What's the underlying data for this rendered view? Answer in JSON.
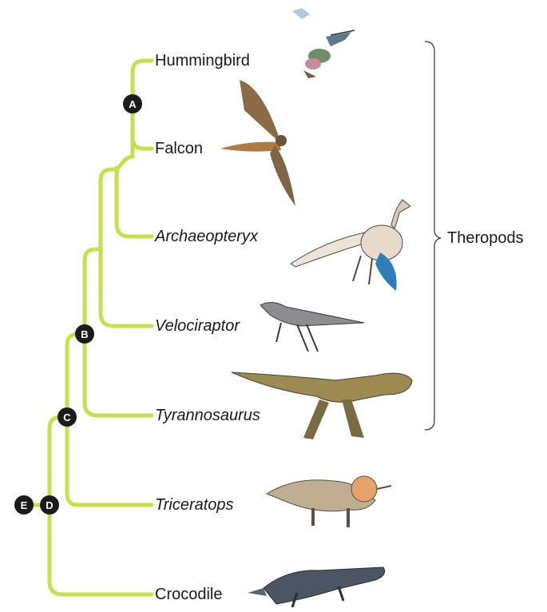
{
  "taxa": [
    {
      "name": "Hummingbird",
      "italic": false,
      "animal": "hummingbird-icon"
    },
    {
      "name": "Falcon",
      "italic": false,
      "animal": "falcon-icon"
    },
    {
      "name": "Archaeopteryx",
      "italic": true,
      "animal": "archaeopteryx-icon"
    },
    {
      "name": "Velociraptor",
      "italic": true,
      "animal": "velociraptor-icon"
    },
    {
      "name": "Tyrannosaurus",
      "italic": true,
      "animal": "tyrannosaurus-icon"
    },
    {
      "name": "Triceratops",
      "italic": true,
      "animal": "triceratops-icon"
    },
    {
      "name": "Crocodile",
      "italic": false,
      "animal": "crocodile-icon"
    }
  ],
  "nodes": [
    "A",
    "B",
    "C",
    "D",
    "E"
  ],
  "group_label": "Theropods",
  "colors": {
    "branch": "#c6df4a",
    "branch_shadow": "#a9c638",
    "node": "#1b1b1b"
  }
}
